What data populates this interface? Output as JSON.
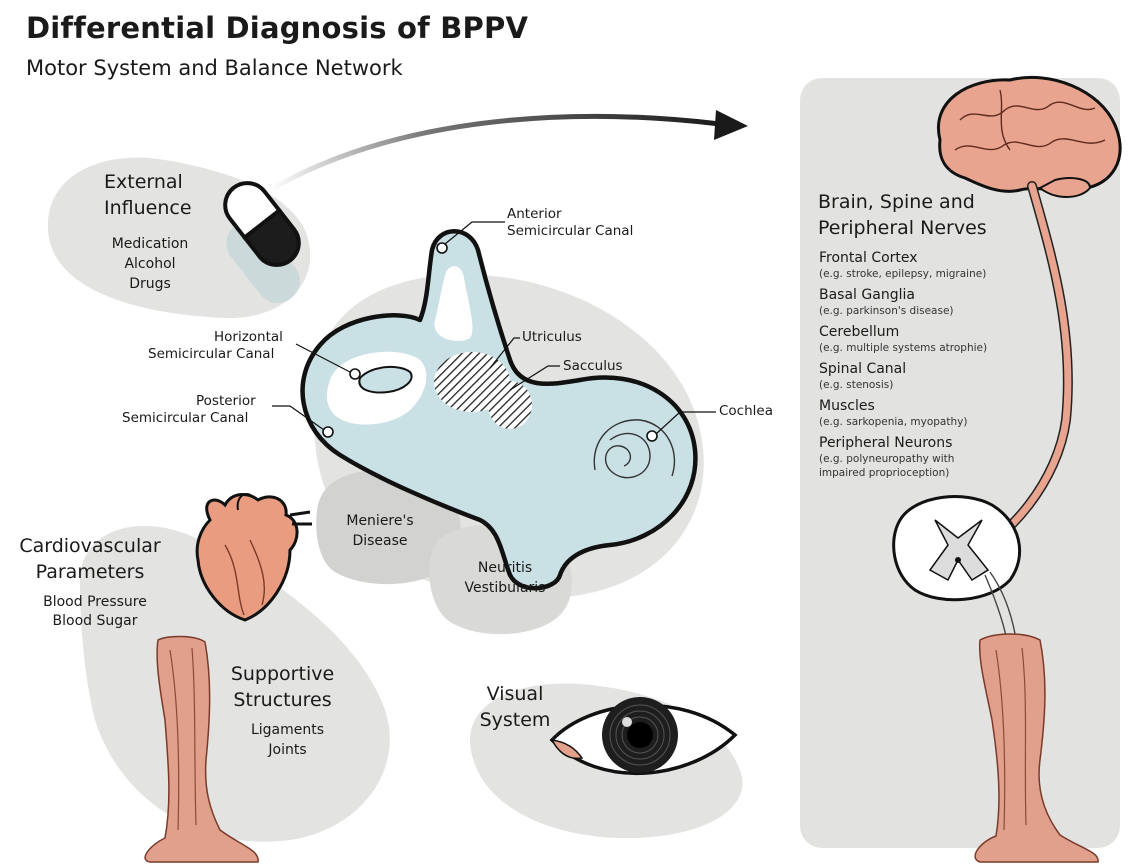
{
  "title": "Differential Diagnosis of BPPV",
  "subtitle": "Motor System and Balance Network",
  "external": {
    "heading": [
      "External",
      "Influence"
    ],
    "items": [
      "Medication",
      "Alcohol",
      "Drugs"
    ]
  },
  "ear_labels": {
    "anterior": [
      "Anterior",
      "Semicircular Canal"
    ],
    "horizontal": [
      "Horizontal",
      "Semicircular Canal"
    ],
    "posterior": [
      "Posterior",
      "Semicircular Canal"
    ],
    "utriculus": "Utriculus",
    "sacculus": "Sacculus",
    "cochlea": "Cochlea"
  },
  "meniere": [
    "Meniere's",
    "Disease"
  ],
  "neuritis": [
    "Neuritis",
    "Vestibularis"
  ],
  "cardio": {
    "heading": [
      "Cardiovascular",
      "Parameters"
    ],
    "items": [
      "Blood Pressure",
      "Blood Sugar"
    ]
  },
  "supportive": {
    "heading": [
      "Supportive",
      "Structures"
    ],
    "items": [
      "Ligaments",
      "Joints"
    ]
  },
  "visual": [
    "Visual",
    "System"
  ],
  "cns": {
    "heading": [
      "Brain, Spine and",
      "Peripheral Nerves"
    ],
    "items": [
      {
        "name": "Frontal Cortex",
        "note": [
          "(e.g. stroke, epilepsy, migraine)"
        ]
      },
      {
        "name": "Basal Ganglia",
        "note": [
          "(e.g. parkinson's disease)"
        ]
      },
      {
        "name": "Cerebellum",
        "note": [
          "(e.g. multiple systems atrophie)"
        ]
      },
      {
        "name": "Spinal Canal",
        "note": [
          "(e.g. stenosis)"
        ]
      },
      {
        "name": "Muscles",
        "note": [
          "(e.g. sarkopenia, myopathy)"
        ]
      },
      {
        "name": "Peripheral Neurons",
        "note": [
          "(e.g. polyneuropathy with",
          "impaired proprioception)"
        ]
      }
    ]
  },
  "colors": {
    "blob": "#e3e3e2",
    "blob_dark": "#d4d4d3",
    "ear": "#c9e1e5",
    "ear_stroke": "#111111",
    "brain": "#e8a48e",
    "heart": "#ea9c80",
    "muscle": "#d98f78",
    "panel": "#e2e3e1"
  },
  "icons": [
    "pill-icon",
    "brain-icon",
    "heart-icon",
    "eye-icon",
    "spinal-cord-icon",
    "leg-icon",
    "arrow-icon"
  ]
}
